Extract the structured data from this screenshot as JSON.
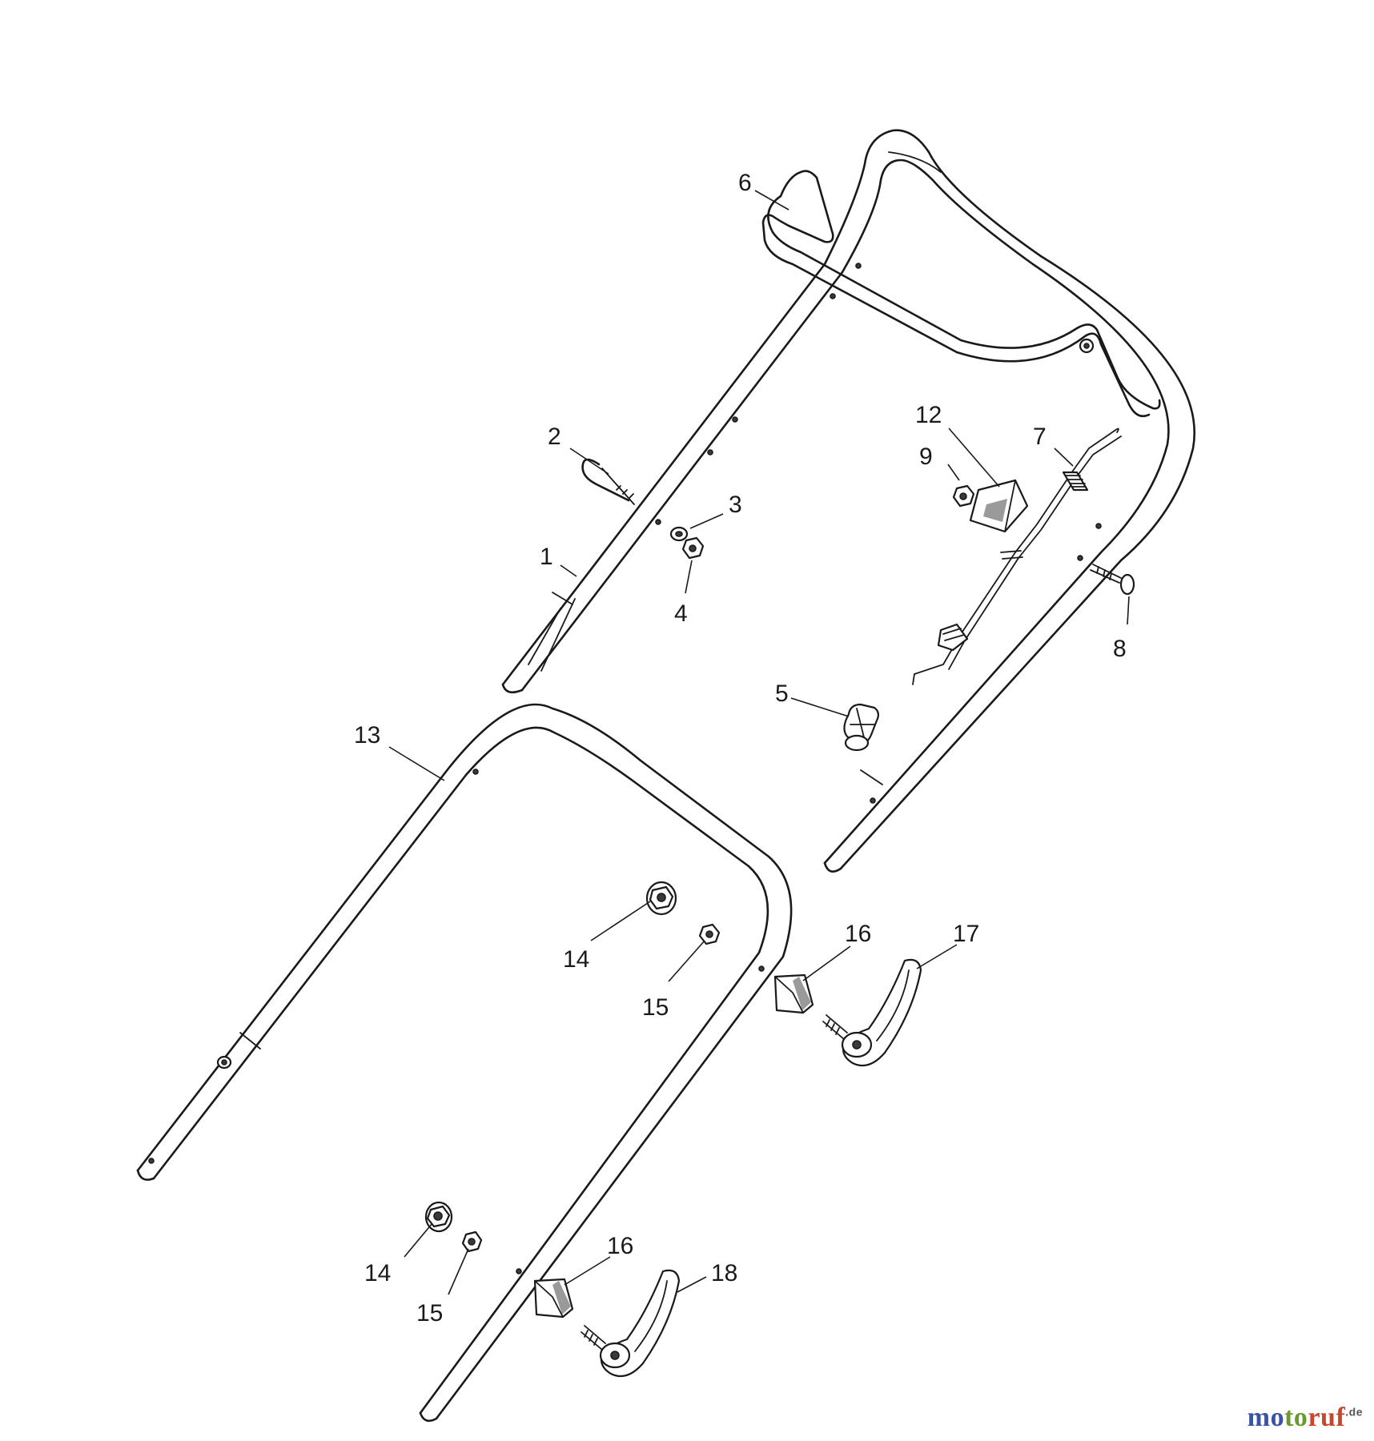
{
  "callouts": {
    "c1": "1",
    "c2": "2",
    "c3": "3",
    "c4": "4",
    "c5": "5",
    "c6": "6",
    "c7": "7",
    "c8": "8",
    "c9": "9",
    "c12": "12",
    "c13": "13",
    "c14a": "14",
    "c14b": "14",
    "c15a": "15",
    "c15b": "15",
    "c16a": "16",
    "c16b": "16",
    "c17": "17",
    "c18": "18"
  },
  "watermark": {
    "part1": "mo",
    "part2": "to",
    "part3": "ruf",
    "part4": "",
    "suffix": ".de"
  }
}
